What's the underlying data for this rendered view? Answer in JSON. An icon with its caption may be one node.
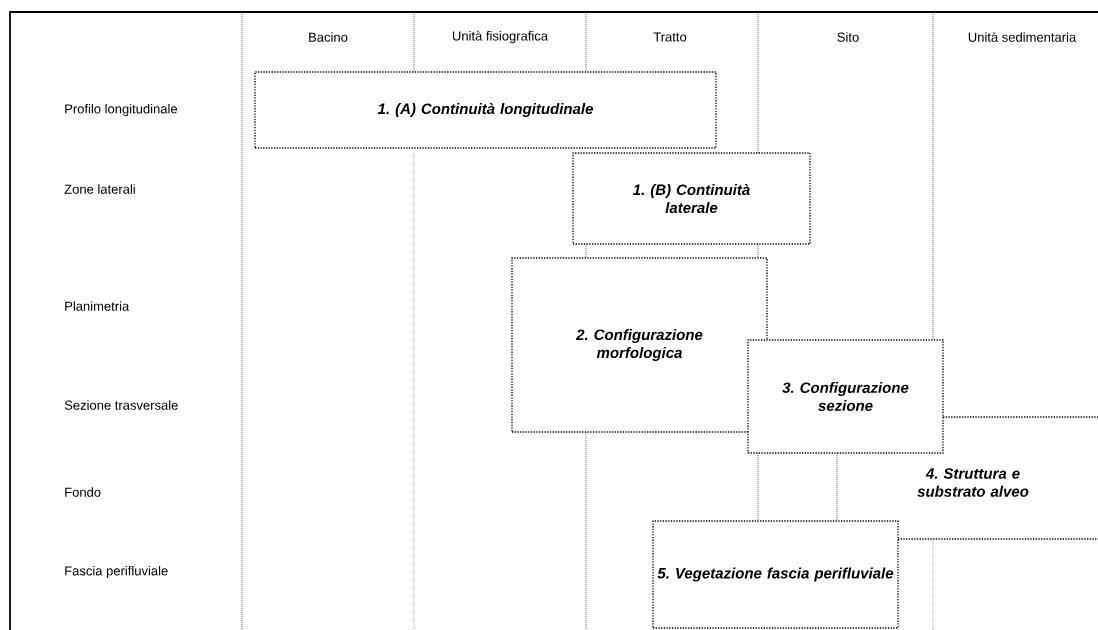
{
  "diagram": {
    "nodes": [
      {
        "text": [
          "1. (A) Continuità longitudinale"
        ]
      },
      {
        "text": [
          "1. (B) Continuità laterale"
        ]
      },
      {
        "text": [
          "2. Configurazione morfologica"
        ]
      },
      {
        "text": [
          "3. Configurazione sezione"
        ]
      },
      {
        "text": [
          "4. Struttura e substrato alveo"
        ]
      },
      {
        "text": [
          "5. Vegetazione fascia perifluviale"
        ]
      }
    ],
    "labels": [
      "Bacino",
      "Unità fisiografica",
      "Tratto",
      "Sito",
      "Unità sedimentaria",
      "Profilo longitudinale",
      "Zone laterali",
      "Planimetria",
      "Sezione trasversale",
      "Fondo",
      "Fascia perifluviale"
    ]
  }
}
